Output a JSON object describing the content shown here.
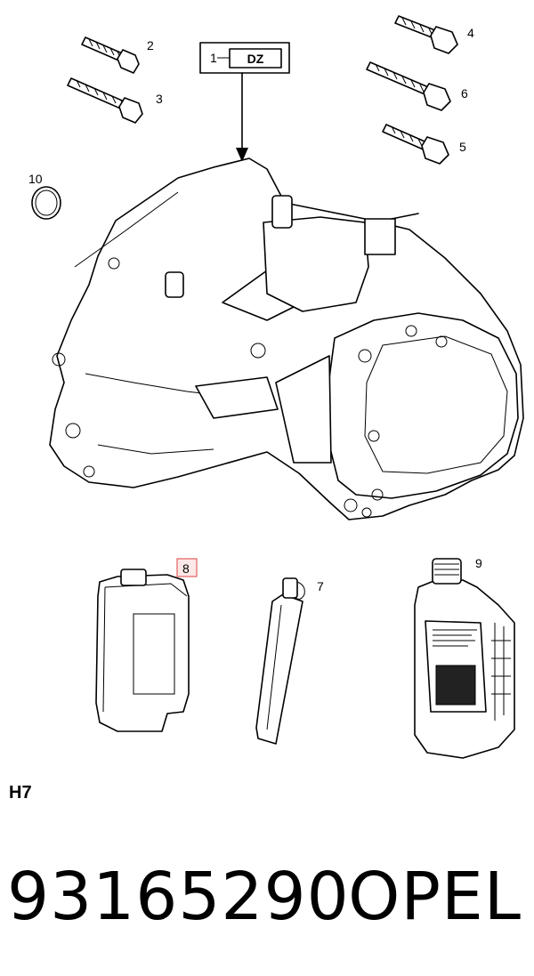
{
  "diagram": {
    "callouts": {
      "c1": "1",
      "c2": "2",
      "c3": "3",
      "c4": "4",
      "c5": "5",
      "c6": "6",
      "c7": "7",
      "c8": "8",
      "c9": "9",
      "c10": "10"
    },
    "group_code": "DZ",
    "highlight_color": "#e06060"
  },
  "variant_label": "H7",
  "part_number": "93165290",
  "brand": "OPEL"
}
